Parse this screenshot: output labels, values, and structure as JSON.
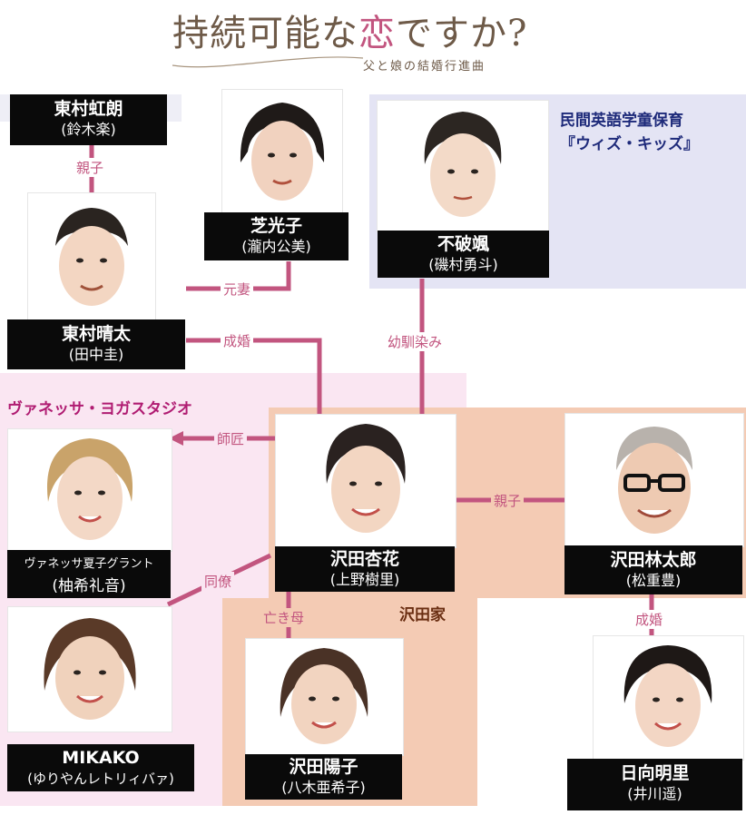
{
  "title": {
    "main_before": "持続可能な",
    "main_accent": "恋",
    "main_after": "ですか?",
    "subtitle": "父と娘の結婚行進曲"
  },
  "colors": {
    "accent": "#c2557f",
    "title": "#6e5a48",
    "name_box_bg": "#0a0a0a",
    "name_box_text": "#ffffff",
    "group_english_school": "#e4e4f4",
    "group_yoga_studio": "#fae6f2",
    "group_sawada_family": "#f4cbb4",
    "group_label_blue": "#1e2a7a",
    "group_label_pink": "#b01c72",
    "group_label_family": "#6a2e12"
  },
  "groups": {
    "english_school": {
      "line1": "民間英語学童保育",
      "line2": "『ウィズ・キッズ』"
    },
    "yoga_studio": {
      "label": "ヴァネッサ・ヨガスタジオ"
    },
    "sawada_family": {
      "label": "沢田家"
    }
  },
  "characters": {
    "higashimura_koro": {
      "name": "東村虹朗",
      "actor": "(鈴木楽)"
    },
    "higashimura_haruta": {
      "name": "東村晴太",
      "actor": "(田中圭)"
    },
    "shiba_mitsuko": {
      "name": "芝光子",
      "actor": "(瀧内公美)"
    },
    "fuwa_hayate": {
      "name": "不破颯",
      "actor": "(磯村勇斗)"
    },
    "vanessa": {
      "name": "ヴァネッサ夏子グラント",
      "actor": "(柚希礼音)"
    },
    "mikako": {
      "name": "MIKAKO",
      "actor": "(ゆりやんレトリィバァ)"
    },
    "sawada_kyoka": {
      "name": "沢田杏花",
      "actor": "(上野樹里)"
    },
    "sawada_rintaro": {
      "name": "沢田林太郎",
      "actor": "(松重豊)"
    },
    "sawada_yoko": {
      "name": "沢田陽子",
      "actor": "(八木亜希子)"
    },
    "hinata_akari": {
      "name": "日向明里",
      "actor": "(井川遥)"
    }
  },
  "relations": {
    "oyako_top": "親子",
    "motozuma": "元妻",
    "seikon_main": "成婚",
    "osananajimi": "幼馴染み",
    "shisho": "師匠",
    "oyako_mid": "親子",
    "dobo": "同僚",
    "nakihaha": "亡き母",
    "seikon_right": "成婚"
  }
}
